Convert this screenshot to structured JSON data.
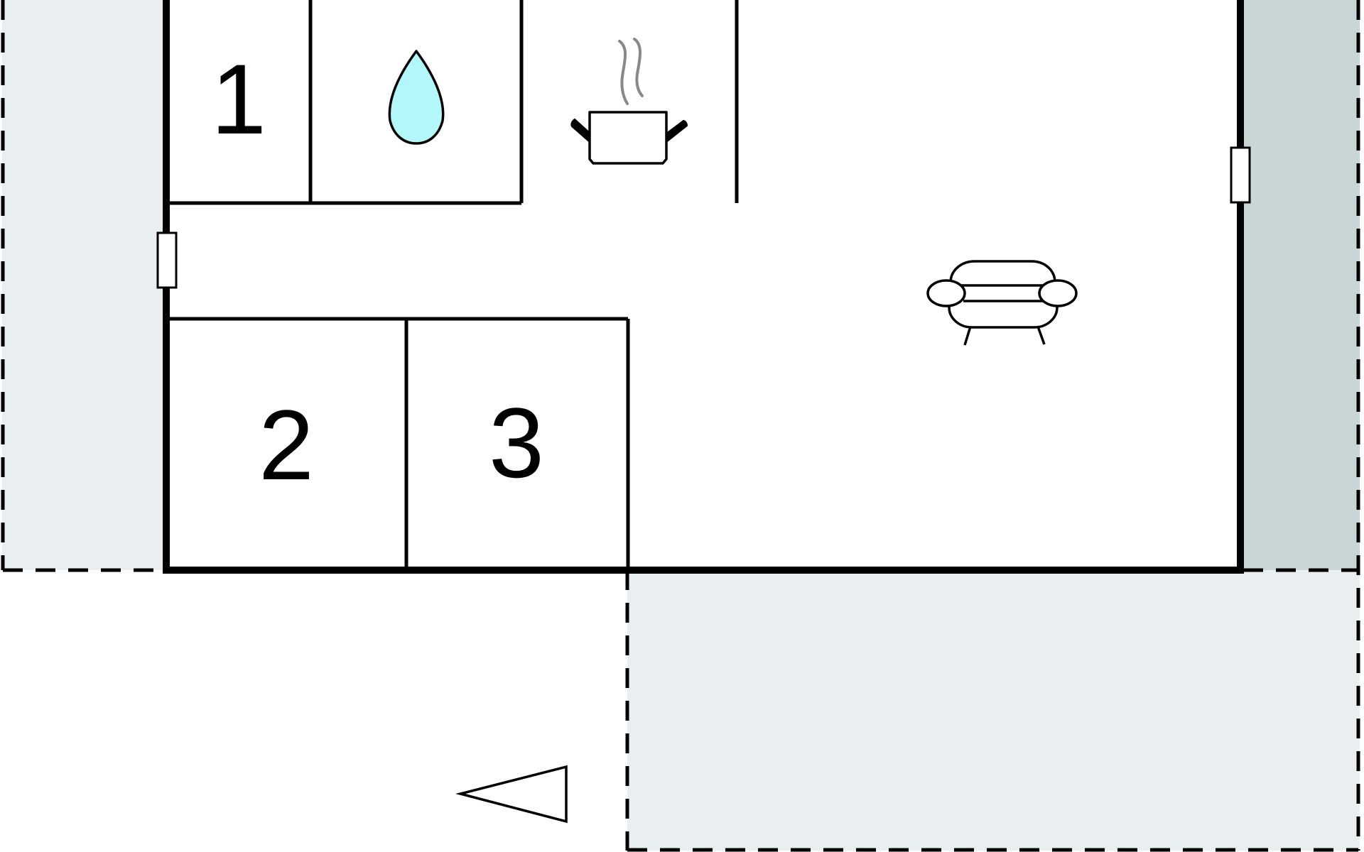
{
  "floorplan": {
    "rooms": [
      {
        "id": "room-1",
        "number": "1",
        "kind": "bedroom"
      },
      {
        "id": "room-2",
        "number": "2",
        "kind": "bedroom"
      },
      {
        "id": "room-3",
        "number": "3",
        "kind": "bedroom"
      }
    ],
    "icons": [
      {
        "name": "water-drop-icon",
        "meaning": "bathroom"
      },
      {
        "name": "cooking-pot-icon",
        "meaning": "kitchen"
      },
      {
        "name": "sofa-icon",
        "meaning": "living room"
      },
      {
        "name": "entrance-arrow-icon",
        "meaning": "entrance"
      }
    ],
    "colors": {
      "wall": "#000000",
      "terrace_light": "#e9eff0",
      "terrace_dark": "#c9d6d7",
      "water": "#b3f7fa",
      "steam": "#888888",
      "background": "#ffffff"
    }
  }
}
